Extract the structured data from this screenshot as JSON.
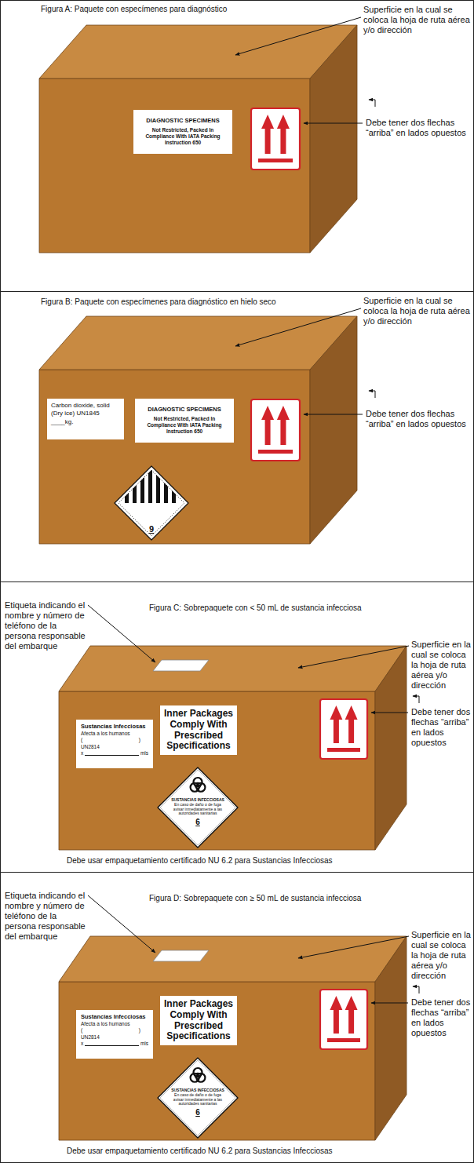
{
  "diagram": {
    "nodes": [
      {
        "text": [
          "Figura A: Paquete con especímenes para diagnóstico"
        ]
      },
      {
        "text": [
          "DIAGNOSTIC SPECIMENS",
          "Not Restricted, Packed In Compliance With IATA Packing Instruction 650"
        ],
        "in": 0
      },
      {
        "text": [
          "Figura B: Paquete con especímenes para diagnóstico en hielo seco"
        ]
      },
      {
        "text": [
          "Carbon dioxide, solid (Dry ice) UN1845 ____kg."
        ],
        "in": 2
      },
      {
        "text": [
          "DIAGNOSTIC SPECIMENS",
          "Not Restricted, Packed In Compliance With IATA Packing Instruction 650"
        ],
        "in": 2
      },
      {
        "text": [
          "9"
        ],
        "in": 2
      },
      {
        "text": [
          "Figura C: Sobrepaquete con < 50 mL de sustancia infecciosa",
          "Debe usar empaquetamiento certificado NU 6.2 para Sustancias Infecciosas"
        ]
      },
      {
        "text": [
          "Sustancias Infecciosas",
          "Afecta a los humanos",
          "(",
          ")",
          "UN2814",
          "x",
          "mls"
        ],
        "in": 6
      },
      {
        "text": [
          "Inner Packages Comply With Prescribed Specifications"
        ],
        "in": 6
      },
      {
        "text": [
          "SUSTANCIAS INFECCIOSAS",
          "En caso de daño o de fuga avisar inmediatamente a las autoridades sanitarias",
          "6"
        ],
        "in": 6
      },
      {
        "text": [
          "Figura D: Sobrepaquete con ≥ 50 mL de sustancia infecciosa",
          "Debe usar empaquetamiento certificado NU 6.2 para Sustancias Infecciosas"
        ]
      },
      {
        "text": [
          "Sustancias Infecciosas",
          "Afecta a los humanos",
          "(",
          ")",
          "UN2814",
          "x",
          "mls"
        ],
        "in": 10
      },
      {
        "text": [
          "Inner Packages Comply With Prescribed Specifications"
        ],
        "in": 10
      },
      {
        "text": [
          "SUSTANCIAS INFECCIOSAS",
          "En caso de daño o de fuga avisar inmediatamente a las autoridades sanitarias",
          "6"
        ],
        "in": 10
      }
    ],
    "labels": [
      "Superficie en la cual se coloca la hoja de ruta aérea y/o dirección",
      "Debe tener dos flechas “arriba” en lados opuestos",
      "Superficie en la cual se coloca la hoja de ruta aérea y/o dirección",
      "Debe tener dos flechas “arriba” en lados opuestos",
      "Etiqueta indicando el nombre y número de teléfono de la persona responsable del embarque",
      "Superficie en la cual se coloca la hoja de ruta aérea y/o dirección",
      "Debe tener dos flechas “arriba” en lados opuestos",
      "Etiqueta indicando el nombre y número de teléfono de la persona responsable del embarque",
      "Superficie en la cual se coloca la hoja de ruta aérea y/o dirección",
      "Debe tener dos flechas “arriba” en lados opuestos"
    ]
  }
}
